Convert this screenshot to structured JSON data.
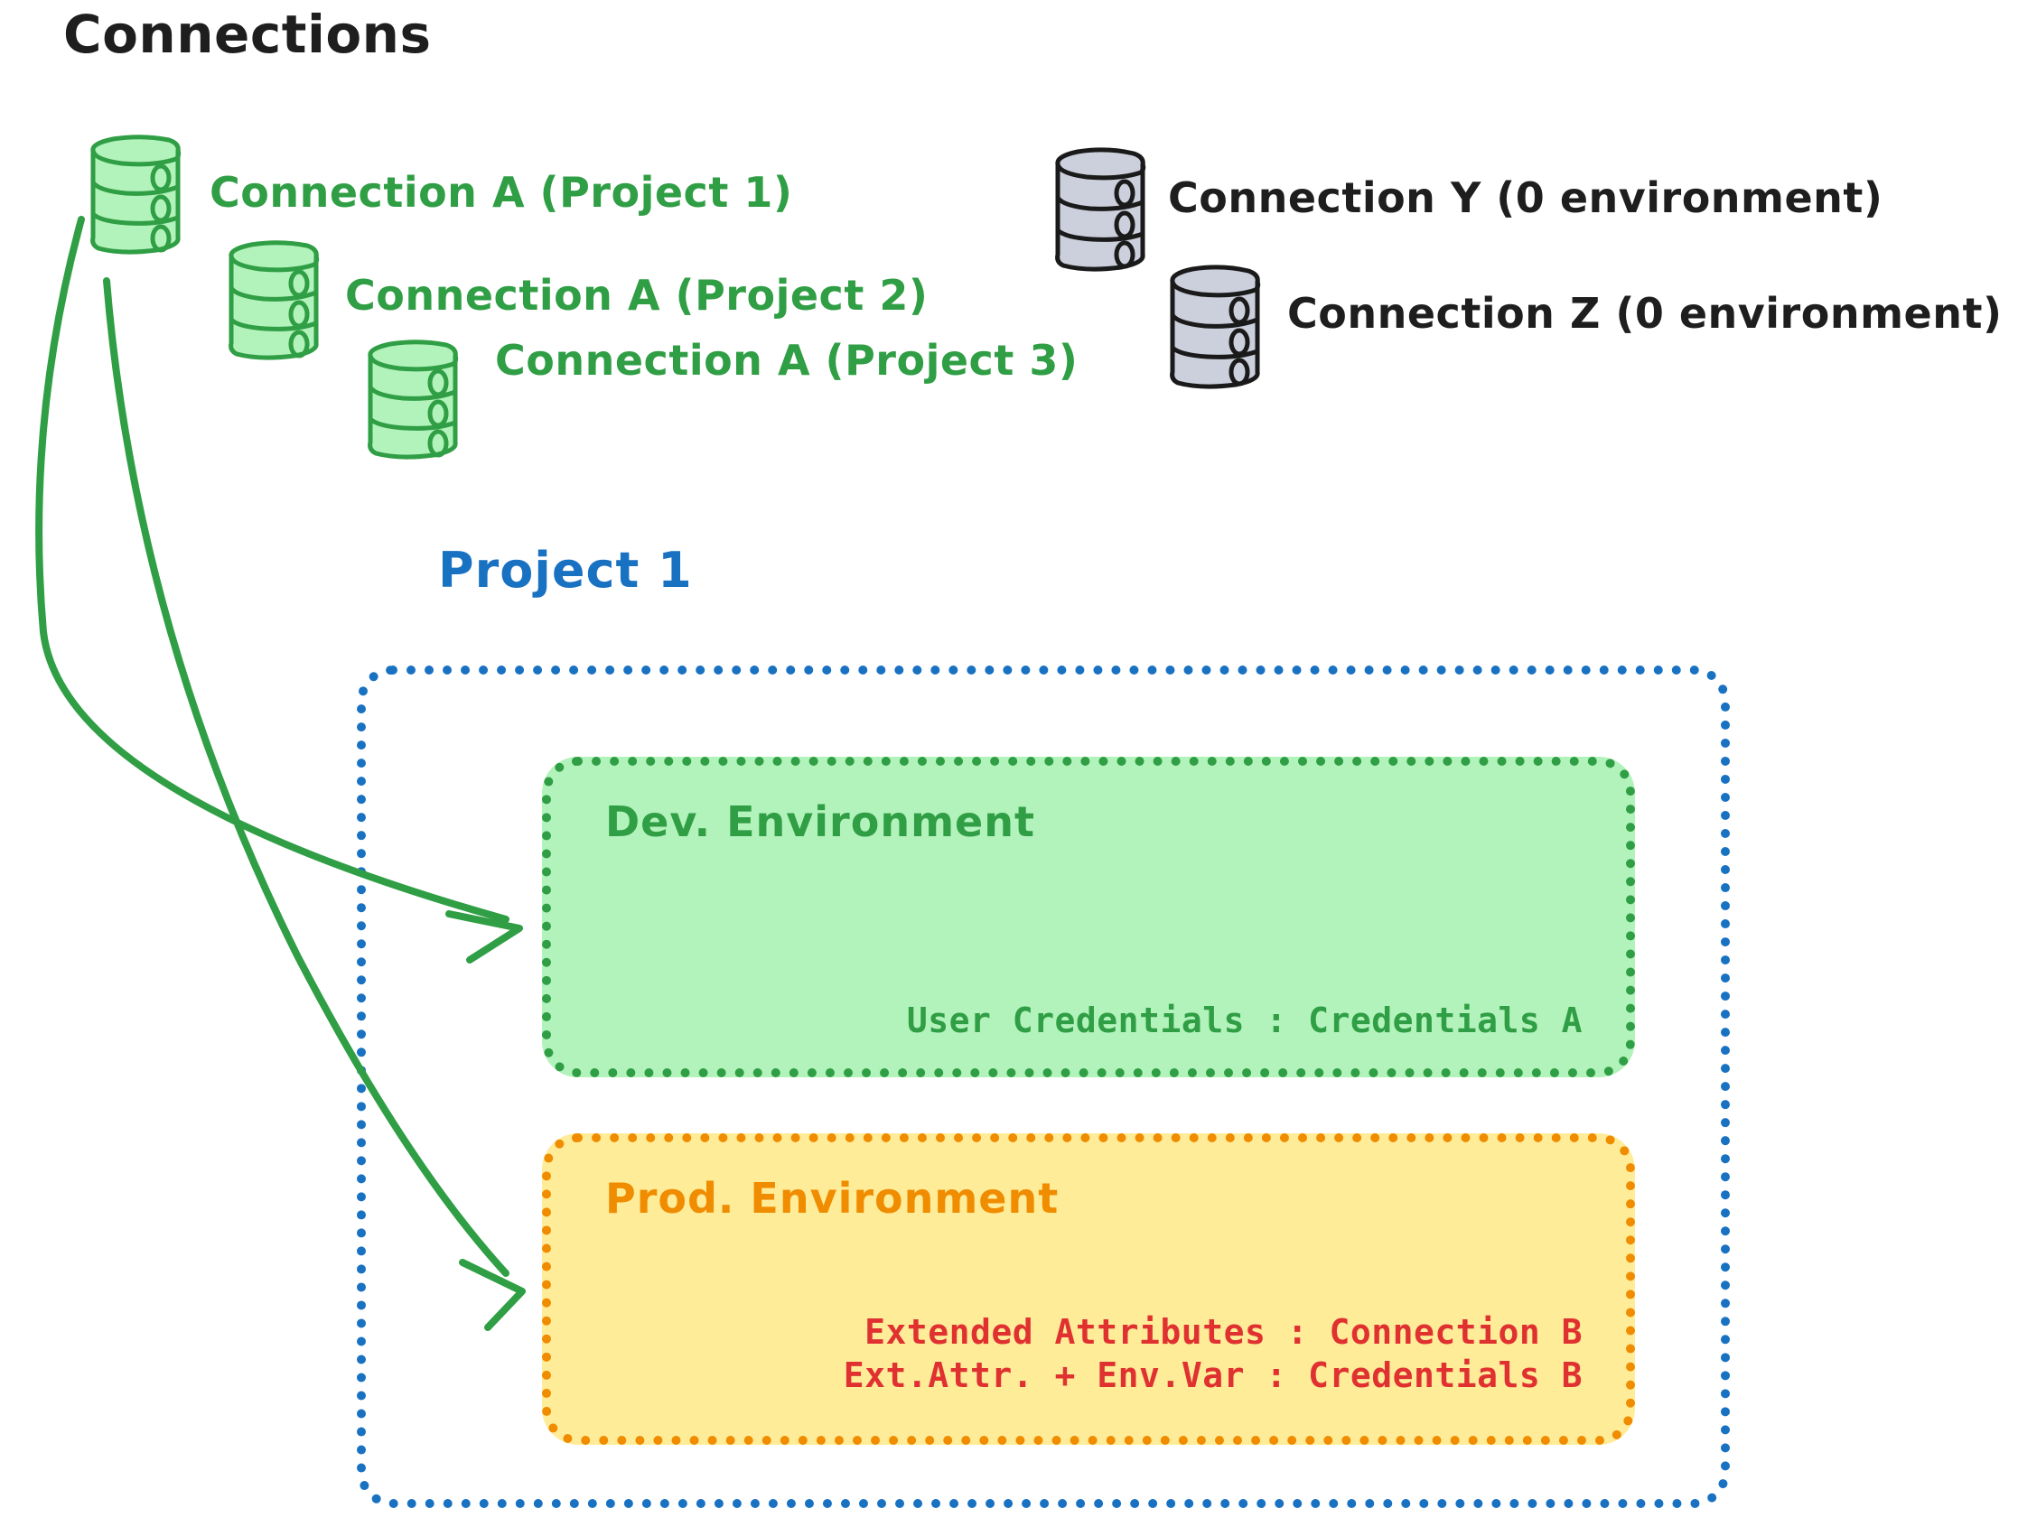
{
  "diagram": {
    "title": "Connections",
    "title_color": "#1e1e1e",
    "background": "#ffffff"
  },
  "connections": {
    "green_color": "#2f9e44",
    "green_fill": "#b2f2bb",
    "gray_color": "#1e1e1e",
    "gray_fill": "#ccd0dc",
    "items": [
      {
        "label": "Connection A (Project 1)",
        "style": "green",
        "icon": "database-icon"
      },
      {
        "label": "Connection A (Project 2)",
        "style": "green",
        "icon": "database-icon"
      },
      {
        "label": "Connection A (Project 3)",
        "style": "green",
        "icon": "database-icon"
      },
      {
        "label": "Connection Y (0 environment)",
        "style": "gray",
        "icon": "database-icon"
      },
      {
        "label": "Connection Z (0 environment)",
        "style": "gray",
        "icon": "database-icon"
      }
    ]
  },
  "project": {
    "label": "Project 1",
    "border_color": "#1971c2",
    "environments": [
      {
        "name": "Dev. Environment",
        "fill": "#b2f2bb",
        "border": "#2f9e44",
        "text_color": "#2f9e44",
        "lines": [
          "User Credentials : Credentials A"
        ]
      },
      {
        "name": "Prod. Environment",
        "fill": "#ffec99",
        "border": "#f08c00",
        "text_color": "#e03131",
        "lines": [
          "Extended Attributes : Connection B",
          "Ext.Attr. + Env.Var : Credentials B"
        ]
      }
    ]
  },
  "arrows": {
    "color": "#2f9e44",
    "items": [
      {
        "name": "arrow-connection-a-to-dev-environment"
      },
      {
        "name": "arrow-connection-a-to-prod-environment"
      }
    ]
  }
}
